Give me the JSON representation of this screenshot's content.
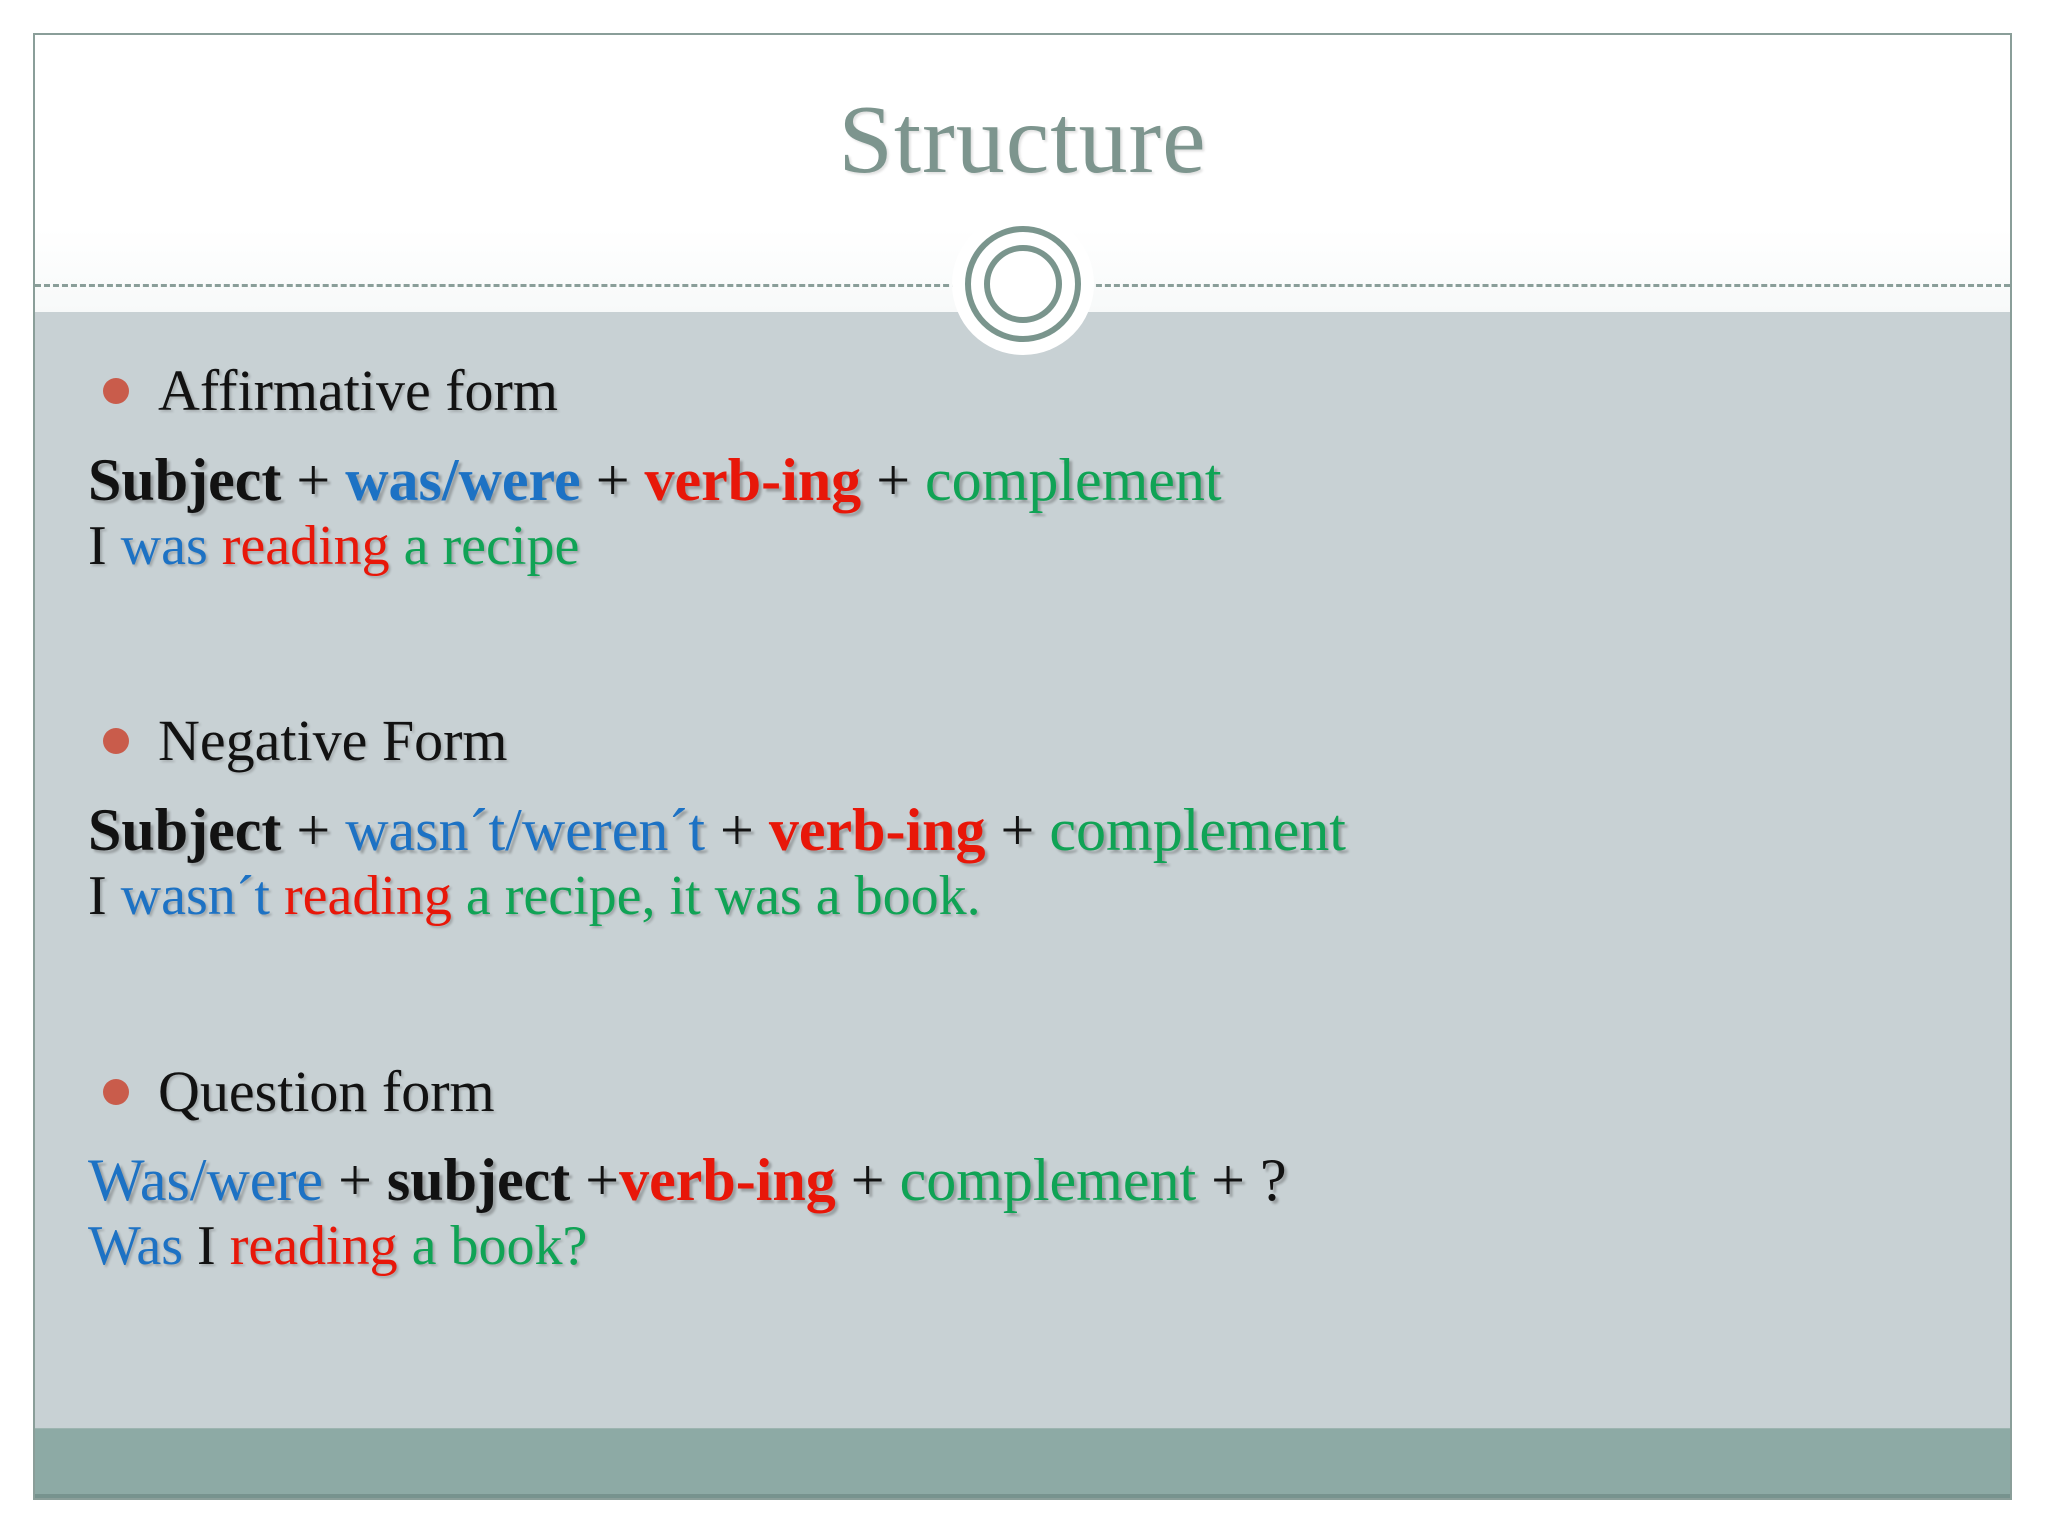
{
  "slide": {
    "title": "Structure",
    "colors": {
      "black": "#121212",
      "blue": "#1d72c4",
      "red": "#e81709",
      "green": "#10a355",
      "bullet": "#c95c4b",
      "title": "#7d958e",
      "border": "#8a9e99",
      "ring": "#7a958d",
      "body_bg": "#c8d1d4",
      "footer_bg": "#8daaa5"
    },
    "sections": [
      {
        "id": "affirmative",
        "header": "Affirmative form",
        "formula": [
          {
            "t": "Subject",
            "c": "black",
            "b": true
          },
          {
            "t": " + ",
            "c": "black"
          },
          {
            "t": "was/were",
            "c": "blue",
            "b": true
          },
          {
            "t": " + ",
            "c": "black"
          },
          {
            "t": "verb-ing",
            "c": "red",
            "b": true
          },
          {
            "t": " + ",
            "c": "black"
          },
          {
            "t": "complement",
            "c": "green"
          }
        ],
        "example": [
          {
            "t": "I ",
            "c": "black"
          },
          {
            "t": "was ",
            "c": "blue"
          },
          {
            "t": "reading ",
            "c": "red"
          },
          {
            "t": "a recipe",
            "c": "green"
          }
        ]
      },
      {
        "id": "negative",
        "header": "Negative Form",
        "formula": [
          {
            "t": "Subject",
            "c": "black",
            "b": true
          },
          {
            "t": " + ",
            "c": "black"
          },
          {
            "t": "wasn´t/weren´t",
            "c": "blue"
          },
          {
            "t": " + ",
            "c": "black"
          },
          {
            "t": "verb-ing",
            "c": "red",
            "b": true
          },
          {
            "t": " + ",
            "c": "black"
          },
          {
            "t": "complement",
            "c": "green"
          }
        ],
        "example": [
          {
            "t": "I ",
            "c": "black"
          },
          {
            "t": "wasn´t ",
            "c": "blue"
          },
          {
            "t": "reading ",
            "c": "red"
          },
          {
            "t": "a recipe, it was a book.",
            "c": "green"
          }
        ]
      },
      {
        "id": "question",
        "header": "Question form",
        "formula": [
          {
            "t": "Was/were",
            "c": "blue"
          },
          {
            "t": " + ",
            "c": "black"
          },
          {
            "t": "subject",
            "c": "black",
            "b": true
          },
          {
            "t": " +",
            "c": "black"
          },
          {
            "t": "verb-ing",
            "c": "red",
            "b": true
          },
          {
            "t": " + ",
            "c": "black"
          },
          {
            "t": "complement",
            "c": "green"
          },
          {
            "t": " + ?",
            "c": "black"
          }
        ],
        "example": [
          {
            "t": "Was ",
            "c": "blue"
          },
          {
            "t": "I ",
            "c": "black"
          },
          {
            "t": "reading ",
            "c": "red"
          },
          {
            "t": "a book?",
            "c": "green"
          }
        ]
      }
    ]
  }
}
